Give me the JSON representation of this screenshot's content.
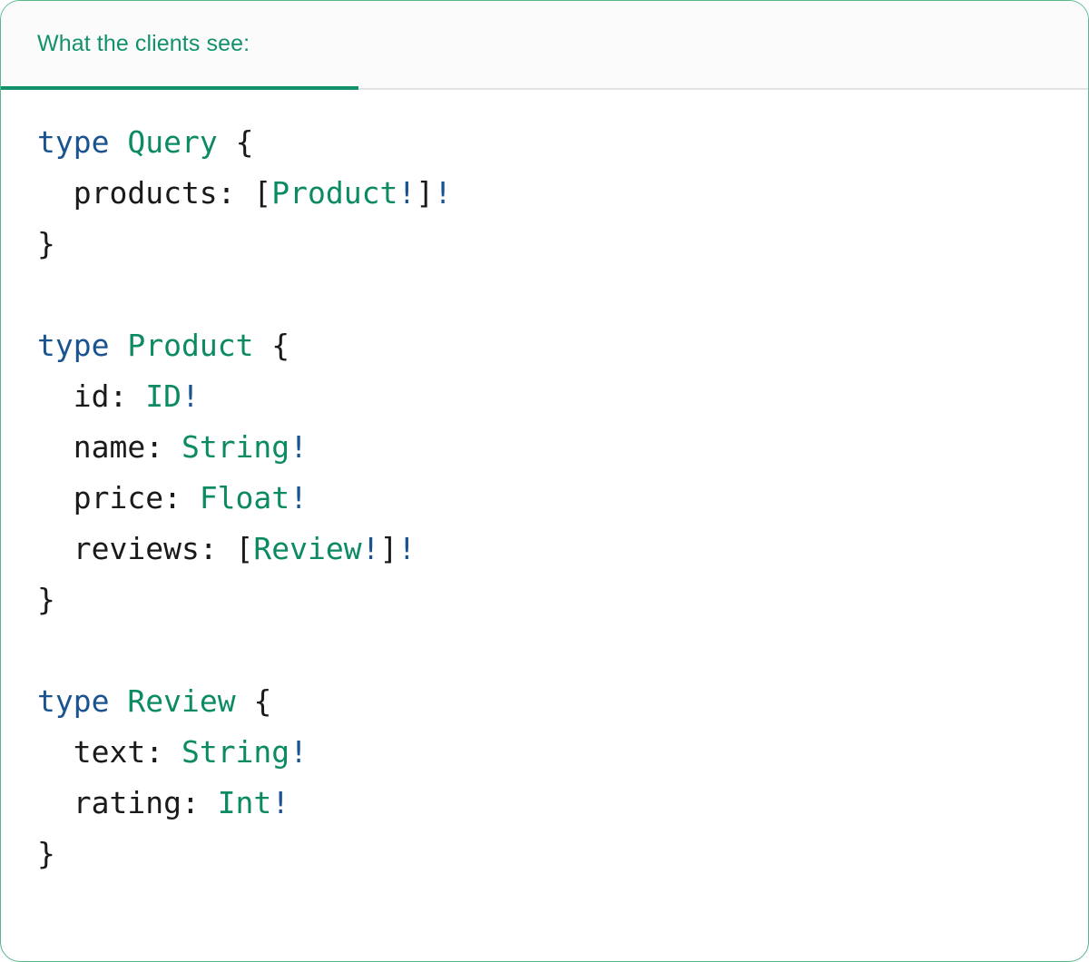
{
  "header": {
    "tab_label": "What the clients see:",
    "accent_color": "#12916c",
    "background_color": "#fbfbfb",
    "divider_color": "#e3e3e3"
  },
  "card": {
    "border_color": "#56b98c",
    "background_color": "#ffffff"
  },
  "code": {
    "language": "graphql",
    "colors": {
      "keyword": "#1a5490",
      "type_name": "#0b8a63",
      "punctuation": "#1a1a1a",
      "non_null_bang": "#1a5490"
    },
    "lines": [
      {
        "id": "line-1",
        "tokens": [
          {
            "t": "type",
            "c": "kw"
          },
          {
            "t": " ",
            "c": "punc"
          },
          {
            "t": "Query",
            "c": "type"
          },
          {
            "t": " {",
            "c": "punc"
          }
        ]
      },
      {
        "id": "line-2",
        "tokens": [
          {
            "t": "  products: [",
            "c": "punc"
          },
          {
            "t": "Product",
            "c": "type"
          },
          {
            "t": "!",
            "c": "bang"
          },
          {
            "t": "]",
            "c": "punc"
          },
          {
            "t": "!",
            "c": "bang"
          }
        ]
      },
      {
        "id": "line-3",
        "tokens": [
          {
            "t": "}",
            "c": "punc"
          }
        ]
      },
      {
        "id": "line-4",
        "tokens": []
      },
      {
        "id": "line-5",
        "tokens": [
          {
            "t": "type",
            "c": "kw"
          },
          {
            "t": " ",
            "c": "punc"
          },
          {
            "t": "Product",
            "c": "type"
          },
          {
            "t": " {",
            "c": "punc"
          }
        ]
      },
      {
        "id": "line-6",
        "tokens": [
          {
            "t": "  id: ",
            "c": "punc"
          },
          {
            "t": "ID",
            "c": "type"
          },
          {
            "t": "!",
            "c": "bang"
          }
        ]
      },
      {
        "id": "line-7",
        "tokens": [
          {
            "t": "  name: ",
            "c": "punc"
          },
          {
            "t": "String",
            "c": "type"
          },
          {
            "t": "!",
            "c": "bang"
          }
        ]
      },
      {
        "id": "line-8",
        "tokens": [
          {
            "t": "  price: ",
            "c": "punc"
          },
          {
            "t": "Float",
            "c": "type"
          },
          {
            "t": "!",
            "c": "bang"
          }
        ]
      },
      {
        "id": "line-9",
        "tokens": [
          {
            "t": "  reviews: [",
            "c": "punc"
          },
          {
            "t": "Review",
            "c": "type"
          },
          {
            "t": "!",
            "c": "bang"
          },
          {
            "t": "]",
            "c": "punc"
          },
          {
            "t": "!",
            "c": "bang"
          }
        ]
      },
      {
        "id": "line-10",
        "tokens": [
          {
            "t": "}",
            "c": "punc"
          }
        ]
      },
      {
        "id": "line-11",
        "tokens": []
      },
      {
        "id": "line-12",
        "tokens": [
          {
            "t": "type",
            "c": "kw"
          },
          {
            "t": " ",
            "c": "punc"
          },
          {
            "t": "Review",
            "c": "type"
          },
          {
            "t": " {",
            "c": "punc"
          }
        ]
      },
      {
        "id": "line-13",
        "tokens": [
          {
            "t": "  text: ",
            "c": "punc"
          },
          {
            "t": "String",
            "c": "type"
          },
          {
            "t": "!",
            "c": "bang"
          }
        ]
      },
      {
        "id": "line-14",
        "tokens": [
          {
            "t": "  rating: ",
            "c": "punc"
          },
          {
            "t": "Int",
            "c": "type"
          },
          {
            "t": "!",
            "c": "bang"
          }
        ]
      },
      {
        "id": "line-15",
        "tokens": [
          {
            "t": "}",
            "c": "punc"
          }
        ]
      }
    ]
  }
}
